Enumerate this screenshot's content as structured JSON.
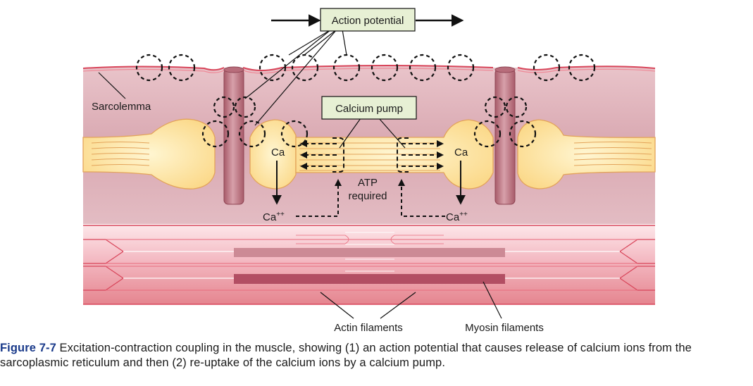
{
  "labels": {
    "action_potential": "Action potential",
    "sarcolemma": "Sarcolemma",
    "calcium_pump": "Calcium pump",
    "ca_left": "Ca",
    "ca_right": "Ca",
    "ca_ion_left": "Ca",
    "ca_ion_left_sup": "++",
    "ca_ion_right": "Ca",
    "ca_ion_right_sup": "++",
    "atp_line1": "ATP",
    "atp_line2": "required",
    "actin_filaments": "Actin filaments",
    "myosin_filaments": "Myosin filaments"
  },
  "caption": {
    "figure_number": "Figure 7-7",
    "text": " Excitation-contraction coupling in the muscle, showing (1) an action potential that causes release of calcium ions from the sarcoplasmic reticulum and then (2) re-uptake of the calcium ions by a calcium pump."
  },
  "colors": {
    "membrane_line": "#d8455a",
    "cytoplasm": "#dcb0b8",
    "sr_fill": "#fde9b4",
    "sr_stroke": "#e3a35a",
    "t_tubule": "#c07a86",
    "fiber_light": "#f7d3d8",
    "fiber_dark": "#e17a8a",
    "myosin": "#b24e63",
    "actin": "#cc8a95",
    "label_box": "#e7f0d4",
    "caption_title": "#1a3a8a"
  }
}
